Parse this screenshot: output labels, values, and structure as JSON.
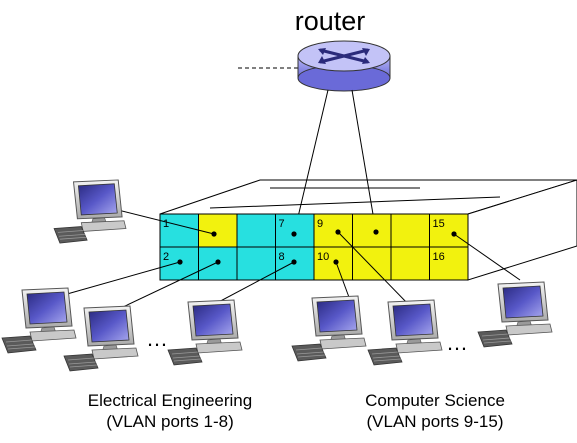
{
  "router": {
    "label": "router",
    "icon": "router-icon",
    "color": "#8f8ff0"
  },
  "switch": {
    "icon": "switch-icon",
    "top_row": [
      {
        "label": "1",
        "color": "#27e0e0"
      },
      {
        "label": "",
        "color": "#f2f20e"
      },
      {
        "label": "",
        "color": "#27e0e0"
      },
      {
        "label": "7",
        "color": "#27e0e0"
      },
      {
        "label": "9",
        "color": "#f2f20e"
      },
      {
        "label": "",
        "color": "#f2f20e"
      },
      {
        "label": "",
        "color": "#f2f20e"
      },
      {
        "label": "15",
        "color": "#f2f20e"
      }
    ],
    "bottom_row": [
      {
        "label": "2",
        "color": "#27e0e0"
      },
      {
        "label": "",
        "color": "#27e0e0"
      },
      {
        "label": "",
        "color": "#27e0e0"
      },
      {
        "label": "8",
        "color": "#27e0e0"
      },
      {
        "label": "10",
        "color": "#f2f20e"
      },
      {
        "label": "",
        "color": "#f2f20e"
      },
      {
        "label": "",
        "color": "#f2f20e"
      },
      {
        "label": "16",
        "color": "#f2f20e"
      }
    ]
  },
  "groups": {
    "ee": {
      "line1": "Electrical Engineering",
      "line2": "(VLAN ports 1-8)"
    },
    "cs": {
      "line1": "Computer Science",
      "line2": "(VLAN ports 9-15)"
    }
  },
  "ellipsis": {
    "ee": "…",
    "cs": "…"
  },
  "icons": {
    "computer": "computer-icon"
  }
}
